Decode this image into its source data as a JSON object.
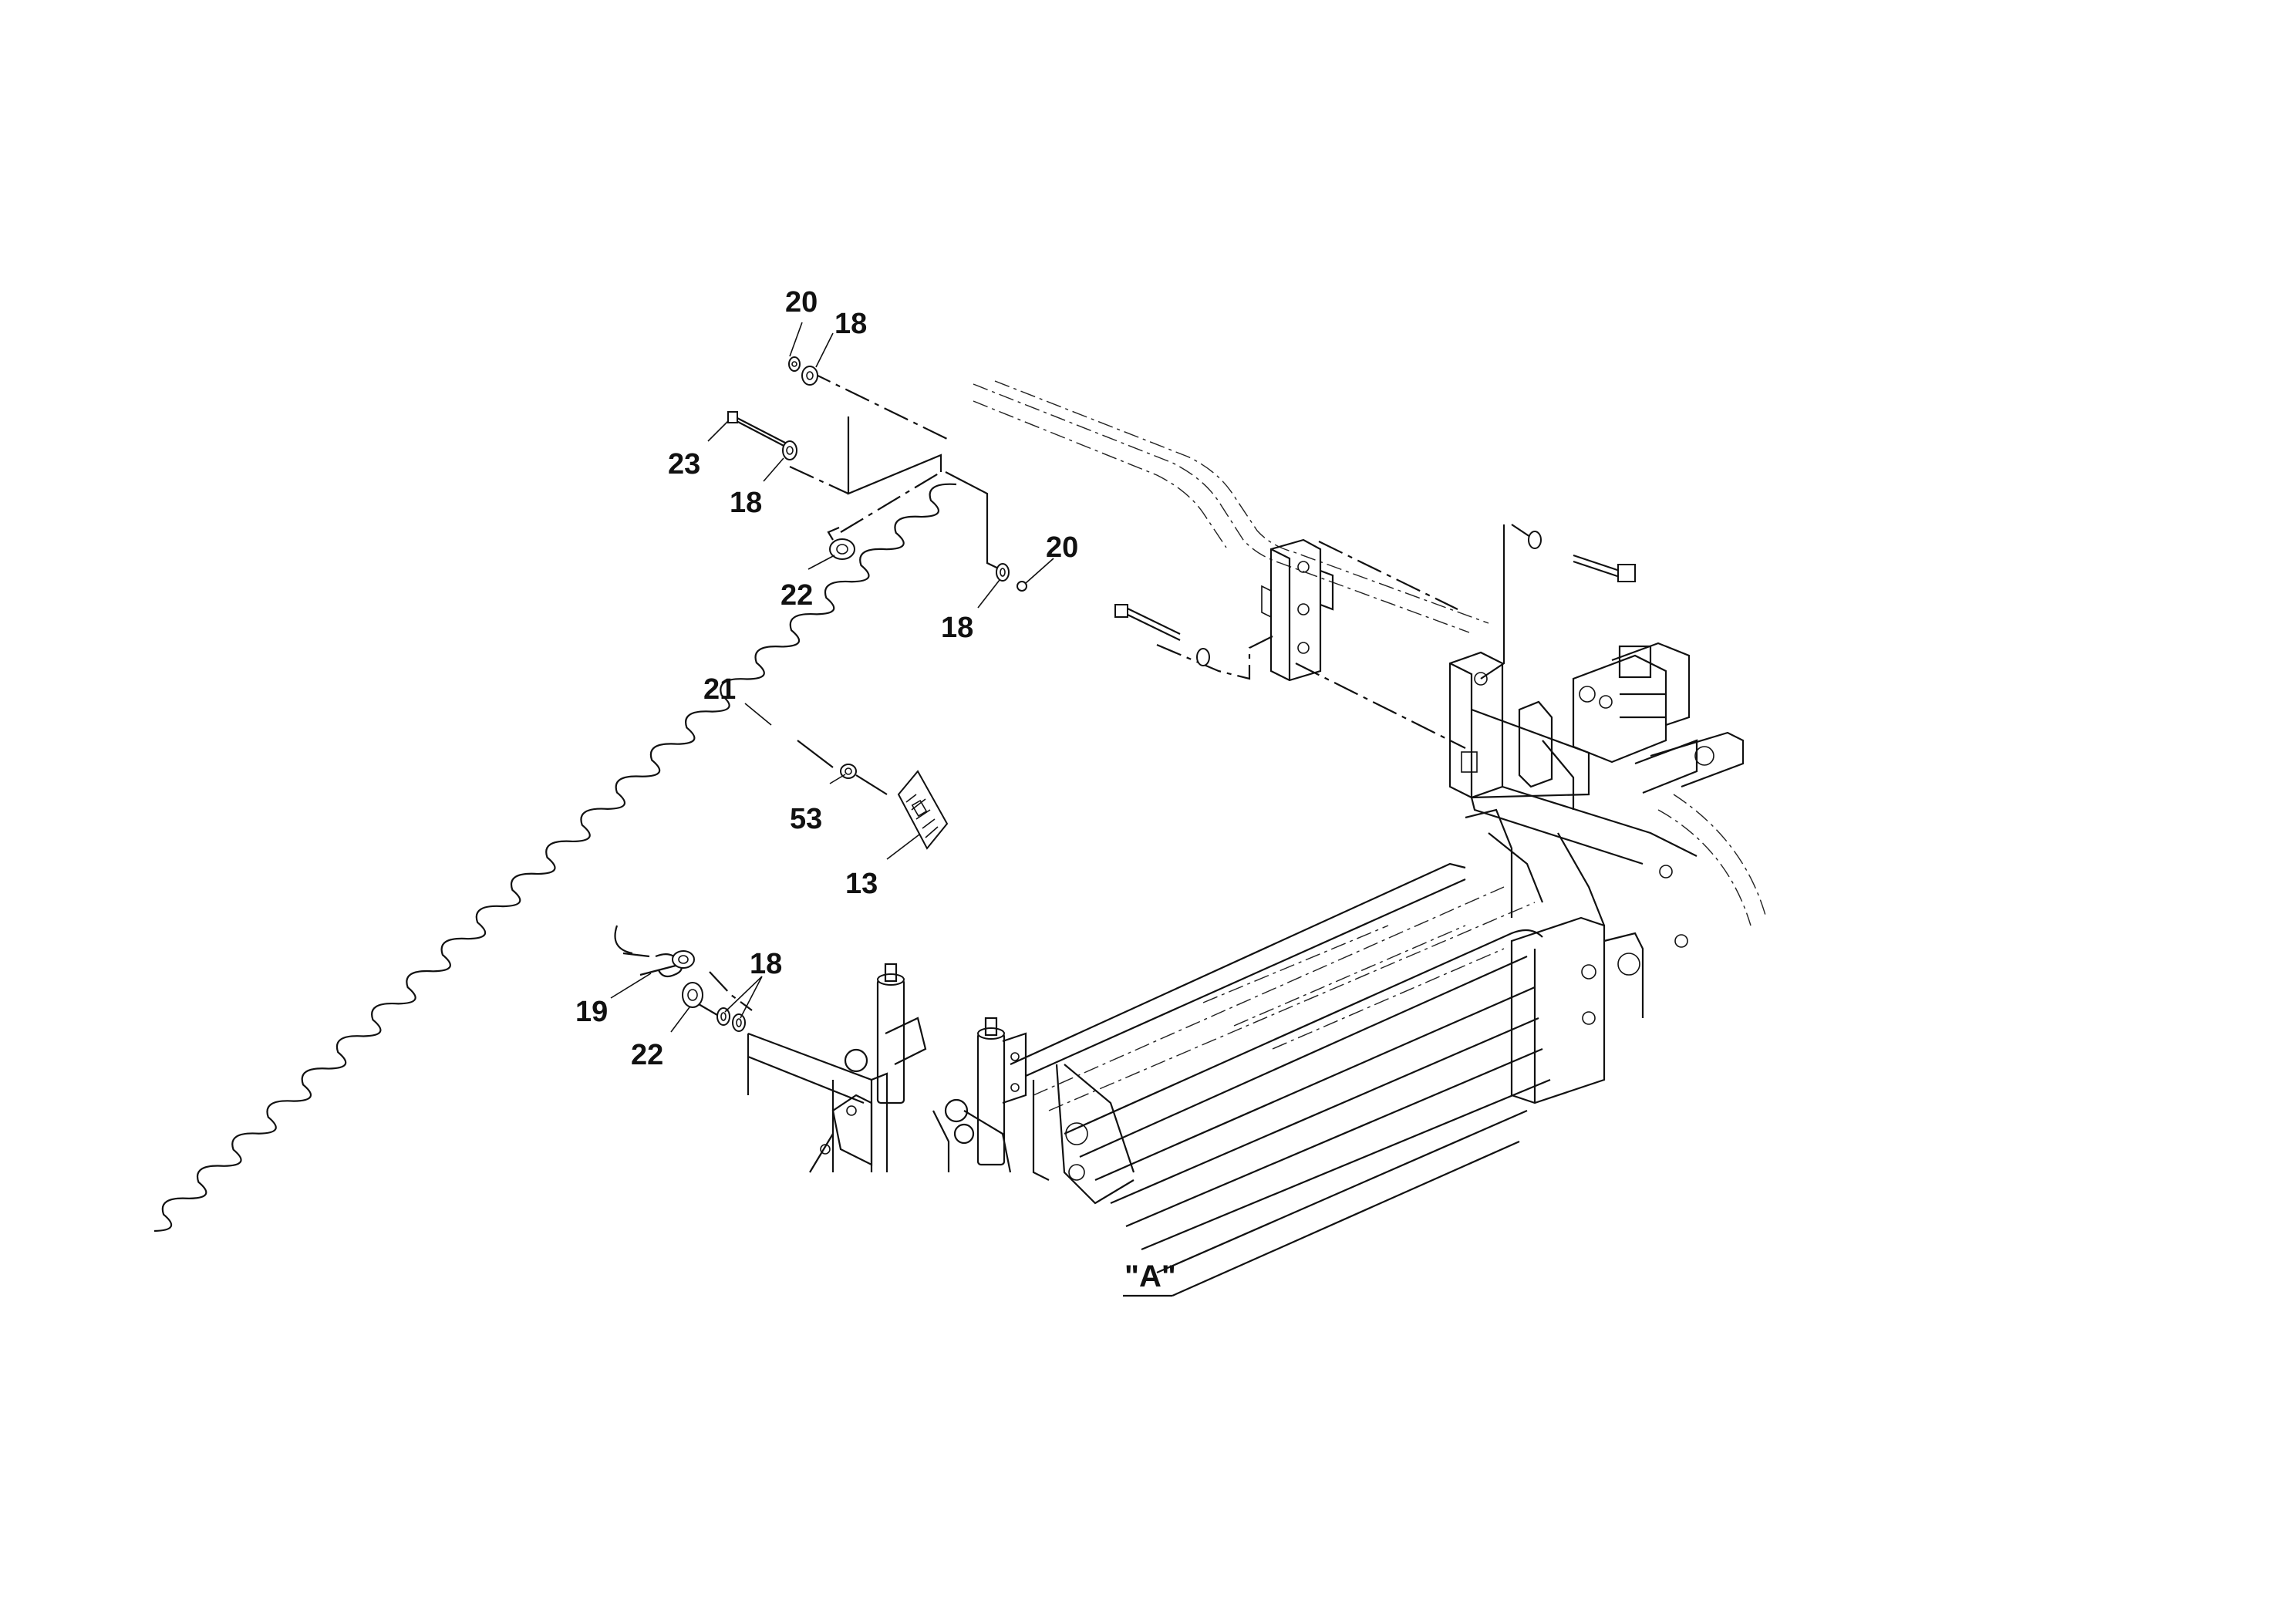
{
  "diagram": {
    "view_label": "\"A\"",
    "callouts": {
      "c20a": "20",
      "c18a": "18",
      "c23": "23",
      "c18b": "18",
      "c22a": "22",
      "c18c": "18",
      "c20b": "20",
      "c21": "21",
      "c53": "53",
      "c13": "13",
      "c18d": "18",
      "c19": "19",
      "c22b": "22"
    }
  }
}
